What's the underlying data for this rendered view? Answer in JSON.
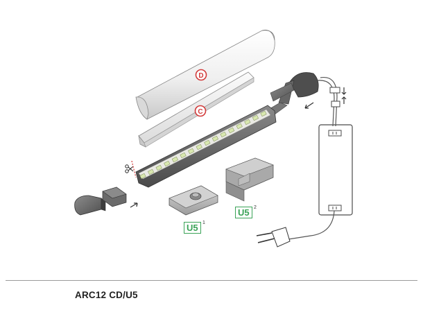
{
  "parts": {
    "diffuser_round": "D",
    "diffuser_flat": "C",
    "clip_1": {
      "label": "U5",
      "index": "1"
    },
    "clip_2": {
      "label": "U5",
      "index": "2"
    }
  },
  "caption": "ARC12 CD/U5",
  "colors": {
    "accent_red": "#d23a3a",
    "accent_green": "#3aa357",
    "profile_dark": "#5c5c5c",
    "diffuser": "#ececec"
  }
}
